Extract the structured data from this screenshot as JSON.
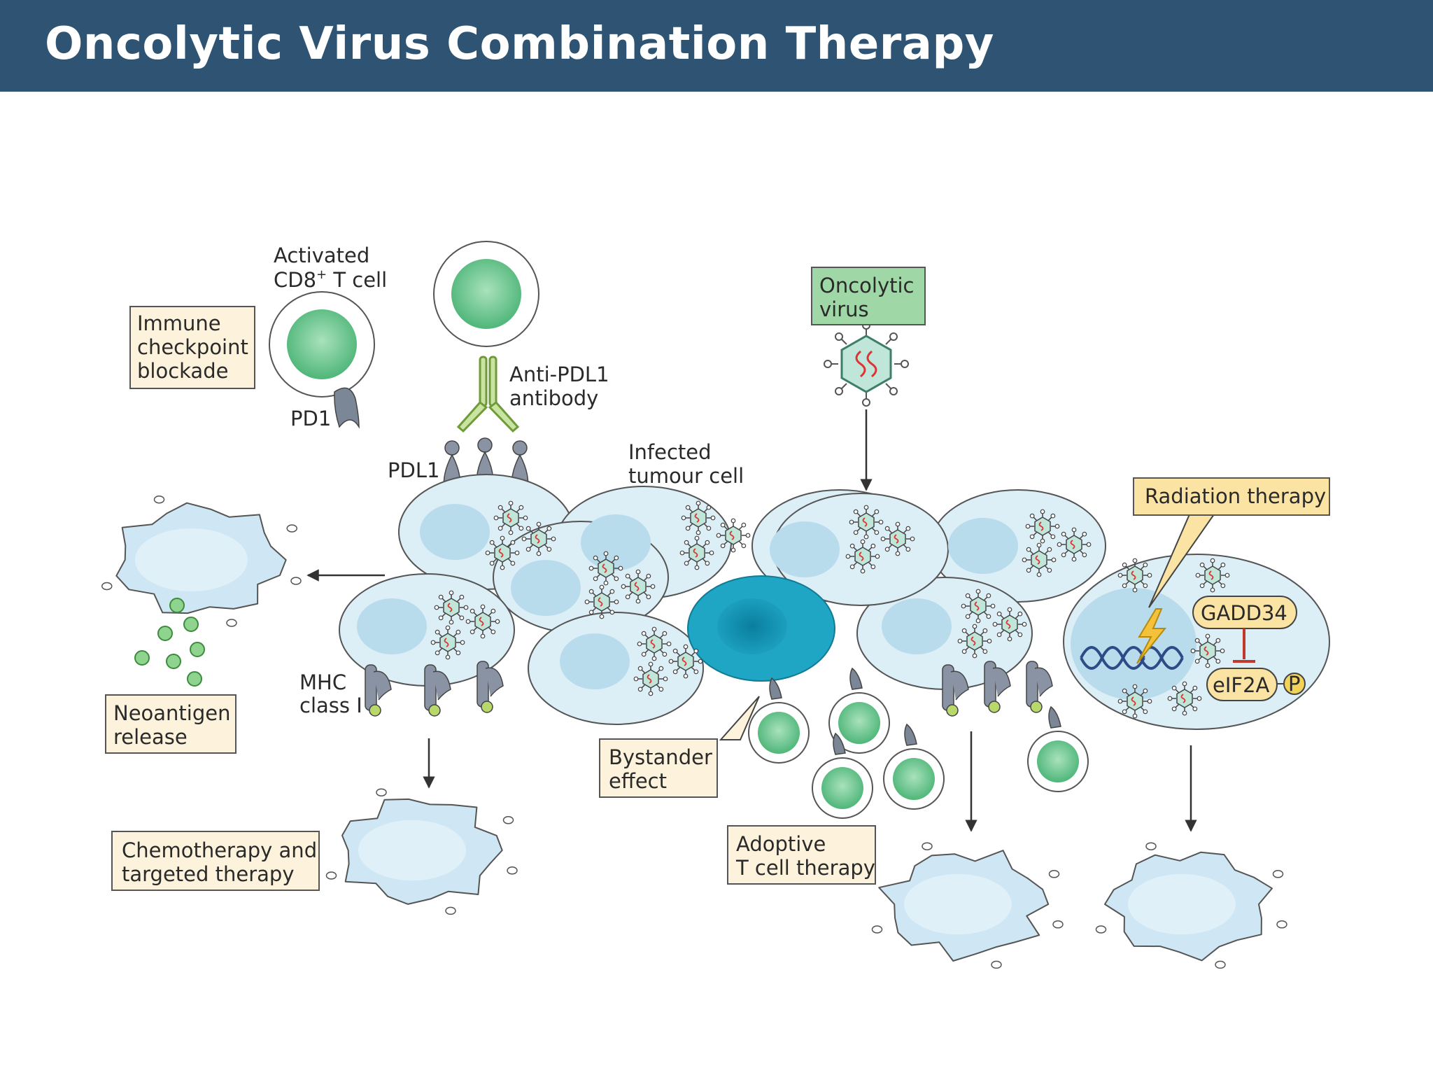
{
  "header": {
    "title": "Oncolytic Virus Combination Therapy"
  },
  "labels": {
    "activated_t_cell_1": "Activated",
    "activated_t_cell_2": "CD8",
    "activated_t_cell_sup": "+",
    "activated_t_cell_3": " T cell",
    "checkpoint_1": "Immune",
    "checkpoint_2": "checkpoint",
    "checkpoint_3": "blockade",
    "pd1": "PD1",
    "anti_pdl1_1": "Anti-PDL1",
    "anti_pdl1_2": "antibody",
    "pdl1": "PDL1",
    "infected_1": "Infected",
    "infected_2": "tumour cell",
    "oncolytic_1": "Oncolytic",
    "oncolytic_2": "virus",
    "radiation": "Radiation therapy",
    "gadd34": "GADD34",
    "eif2a": "eIF2A",
    "phospho": "P",
    "mhc_1": "MHC",
    "mhc_2": "class I",
    "neoantigen_1": "Neoantigen",
    "neoantigen_2": "release",
    "bystander_1": "Bystander",
    "bystander_2": "effect",
    "adoptive_1": "Adoptive",
    "adoptive_2": "T cell therapy",
    "chemo_1": "Chemotherapy and",
    "chemo_2": "targeted therapy"
  },
  "colors": {
    "header_bg": "#2f5473",
    "cell_fill": "#dceef6",
    "nucleus": "#b9dced",
    "label_box": "#fdf3dc",
    "virus_box": "#9fd8a6",
    "radiation_box": "#fbe3a3",
    "t_cell": "#7fd09a",
    "bystander_cell": "#1f98b5"
  }
}
